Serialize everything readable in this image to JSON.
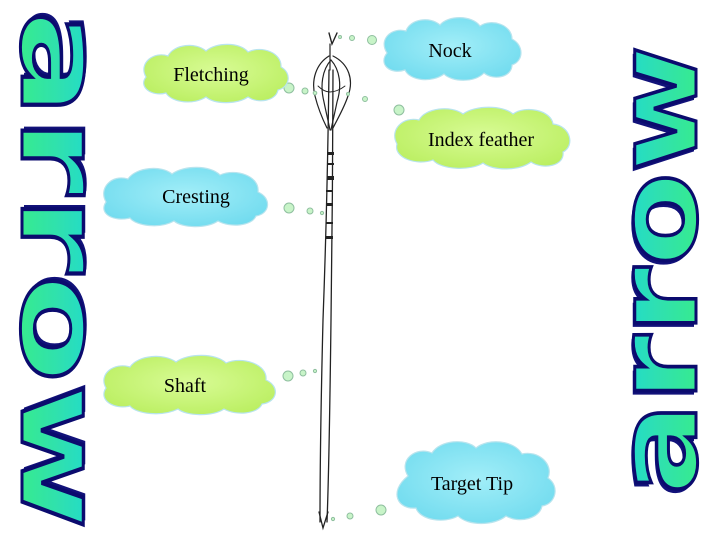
{
  "wordart": {
    "text": "arrow"
  },
  "labels": {
    "nock": "Nock",
    "fletching": "Fletching",
    "index_feather": "Index feather",
    "cresting": "Cresting",
    "shaft": "Shaft",
    "target_tip": "Target Tip"
  },
  "colors": {
    "cloud_green": "#c8f77a",
    "cloud_blue": "#7fe3f2",
    "cloud_outline": "#9fd0e0",
    "dot_fill": "#c8f4c8",
    "wordart_top": "#12d6e8",
    "wordart_bottom": "#3cf27a"
  }
}
